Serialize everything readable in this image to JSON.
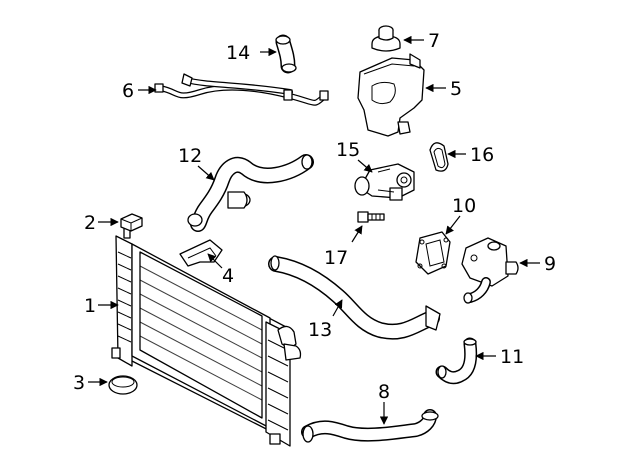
{
  "callouts": [
    {
      "id": "1",
      "label": "1"
    },
    {
      "id": "2",
      "label": "2"
    },
    {
      "id": "3",
      "label": "3"
    },
    {
      "id": "4",
      "label": "4"
    },
    {
      "id": "5",
      "label": "5"
    },
    {
      "id": "6",
      "label": "6"
    },
    {
      "id": "7",
      "label": "7"
    },
    {
      "id": "8",
      "label": "8"
    },
    {
      "id": "9",
      "label": "9"
    },
    {
      "id": "10",
      "label": "10"
    },
    {
      "id": "11",
      "label": "11"
    },
    {
      "id": "12",
      "label": "12"
    },
    {
      "id": "13",
      "label": "13"
    },
    {
      "id": "14",
      "label": "14"
    },
    {
      "id": "15",
      "label": "15"
    },
    {
      "id": "16",
      "label": "16"
    },
    {
      "id": "17",
      "label": "17"
    }
  ],
  "colors": {
    "line": "#000000",
    "fill": "#ffffff"
  }
}
